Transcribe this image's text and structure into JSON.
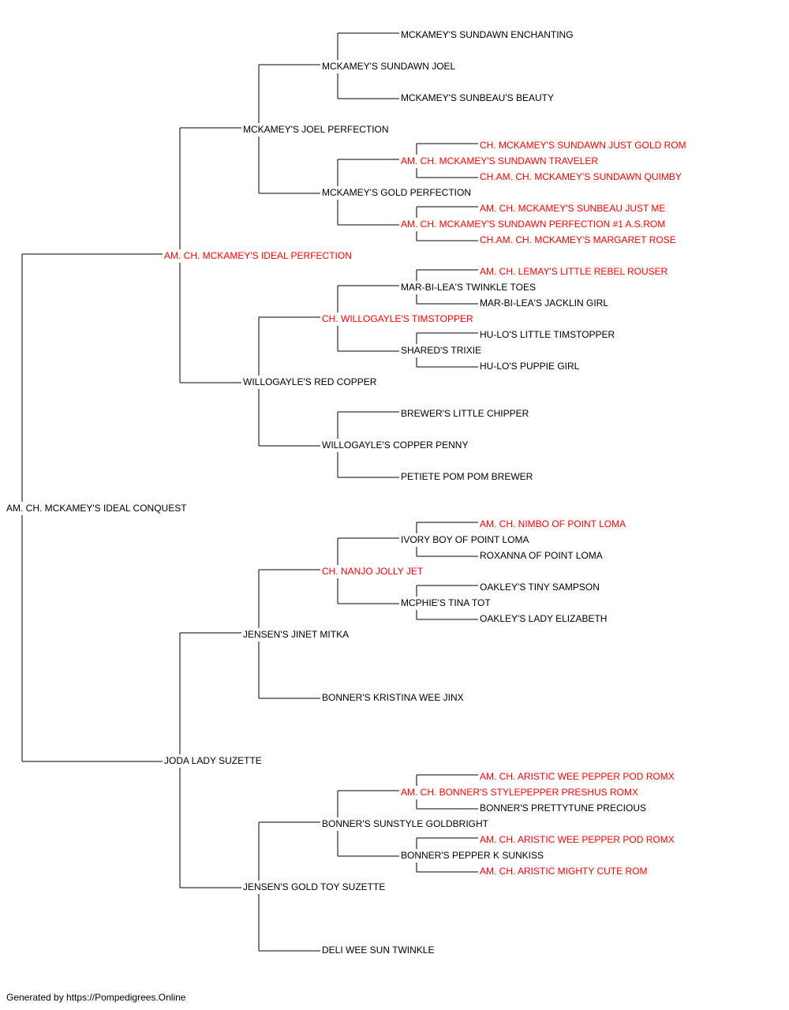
{
  "colors": {
    "champion": "#ff0000",
    "regular": "#000000",
    "line": "#000000"
  },
  "footer": "Generated by https://Pompedigrees.Online",
  "pedigree": {
    "name": "AM. CH. MCKAMEY'S IDEAL CONQUEST",
    "champion": false,
    "sire": {
      "name": "AM. CH. MCKAMEY'S IDEAL PERFECTION",
      "champion": true,
      "sire": {
        "name": "MCKAMEY'S JOEL PERFECTION",
        "champion": false,
        "sire": {
          "name": "MCKAMEY'S SUNDAWN JOEL",
          "champion": false,
          "sire": {
            "name": "MCKAMEY'S SUNDAWN ENCHANTING",
            "champion": false
          },
          "dam": {
            "name": "MCKAMEY'S SUNBEAU'S BEAUTY",
            "champion": false
          }
        },
        "dam": {
          "name": "MCKAMEY'S GOLD PERFECTION",
          "champion": false,
          "sire": {
            "name": "AM. CH. MCKAMEY'S SUNDAWN TRAVELER",
            "champion": true,
            "sire": {
              "name": "CH. MCKAMEY'S SUNDAWN JUST GOLD ROM",
              "champion": true
            },
            "dam": {
              "name": "CH.AM. CH. MCKAMEY'S SUNDAWN QUIMBY",
              "champion": true
            }
          },
          "dam": {
            "name": "AM. CH. MCKAMEY'S SUNDAWN PERFECTION #1 A.S.ROM",
            "champion": true,
            "sire": {
              "name": "AM. CH. MCKAMEY'S SUNBEAU JUST ME",
              "champion": true
            },
            "dam": {
              "name": "CH.AM. CH. MCKAMEY'S MARGARET ROSE",
              "champion": true
            }
          }
        }
      },
      "dam": {
        "name": "WILLOGAYLE'S RED COPPER",
        "champion": false,
        "sire": {
          "name": "CH. WILLOGAYLE'S TIMSTOPPER",
          "champion": true,
          "sire": {
            "name": "MAR-BI-LEA'S TWINKLE TOES",
            "champion": false,
            "sire": {
              "name": "AM. CH. LEMAY'S LITTLE REBEL ROUSER",
              "champion": true
            },
            "dam": {
              "name": "MAR-BI-LEA'S JACKLIN GIRL",
              "champion": false
            }
          },
          "dam": {
            "name": "SHARED'S TRIXIE",
            "champion": false,
            "sire": {
              "name": "HU-LO'S LITTLE TIMSTOPPER",
              "champion": false
            },
            "dam": {
              "name": "HU-LO'S PUPPIE GIRL",
              "champion": false
            }
          }
        },
        "dam": {
          "name": "WILLOGAYLE'S COPPER PENNY",
          "champion": false,
          "sire": {
            "name": "BREWER'S LITTLE CHIPPER",
            "champion": false
          },
          "dam": {
            "name": "PETIETE POM POM BREWER",
            "champion": false
          }
        }
      }
    },
    "dam": {
      "name": "JODA LADY SUZETTE",
      "champion": false,
      "sire": {
        "name": "JENSEN'S JINET MITKA",
        "champion": false,
        "sire": {
          "name": "CH. NANJO JOLLY JET",
          "champion": true,
          "sire": {
            "name": "IVORY BOY OF POINT LOMA",
            "champion": false,
            "sire": {
              "name": "AM. CH. NIMBO OF POINT LOMA",
              "champion": true
            },
            "dam": {
              "name": "ROXANNA OF POINT LOMA",
              "champion": false
            }
          },
          "dam": {
            "name": "MCPHIE'S TINA TOT",
            "champion": false,
            "sire": {
              "name": "OAKLEY'S TINY SAMPSON",
              "champion": false
            },
            "dam": {
              "name": "OAKLEY'S LADY ELIZABETH",
              "champion": false
            }
          }
        },
        "dam": {
          "name": "BONNER'S KRISTINA WEE JINX",
          "champion": false
        }
      },
      "dam": {
        "name": "JENSEN'S GOLD TOY SUZETTE",
        "champion": false,
        "sire": {
          "name": "BONNER'S SUNSTYLE GOLDBRIGHT",
          "champion": false,
          "sire": {
            "name": "AM. CH. BONNER'S STYLEPEPPER PRESHUS ROMX",
            "champion": true,
            "sire": {
              "name": "AM. CH. ARISTIC WEE PEPPER POD ROMX",
              "champion": true
            },
            "dam": {
              "name": "BONNER'S PRETTYTUNE PRECIOUS",
              "champion": false
            }
          },
          "dam": {
            "name": "BONNER'S PEPPER K SUNKISS",
            "champion": false,
            "sire": {
              "name": "AM. CH. ARISTIC WEE PEPPER POD ROMX",
              "champion": true
            },
            "dam": {
              "name": "AM. CH. ARISTIC MIGHTY CUTE ROM",
              "champion": true
            }
          }
        },
        "dam": {
          "name": "DELI WEE SUN TWINKLE",
          "champion": false
        }
      }
    }
  }
}
